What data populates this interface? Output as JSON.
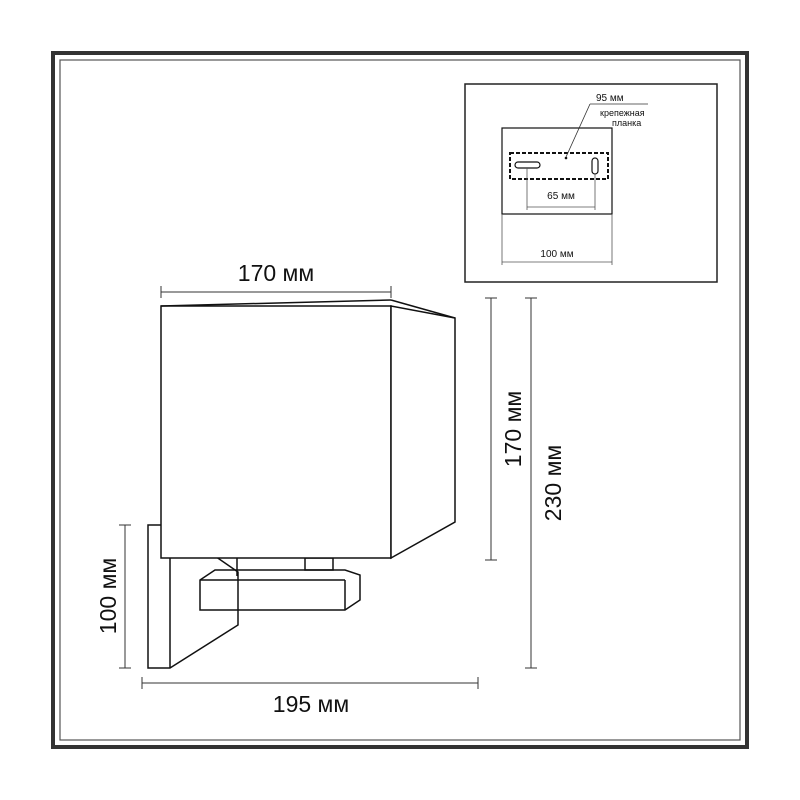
{
  "dimensions": {
    "shade_width": "170 мм",
    "shade_height": "170 мм",
    "total_height": "230 мм",
    "base_height": "100 мм",
    "total_depth": "195 мм"
  },
  "inset": {
    "plate_width": "95 мм",
    "plate_label": "крепежная планка",
    "hole_spacing": "65 мм",
    "base_width": "100 мм"
  }
}
